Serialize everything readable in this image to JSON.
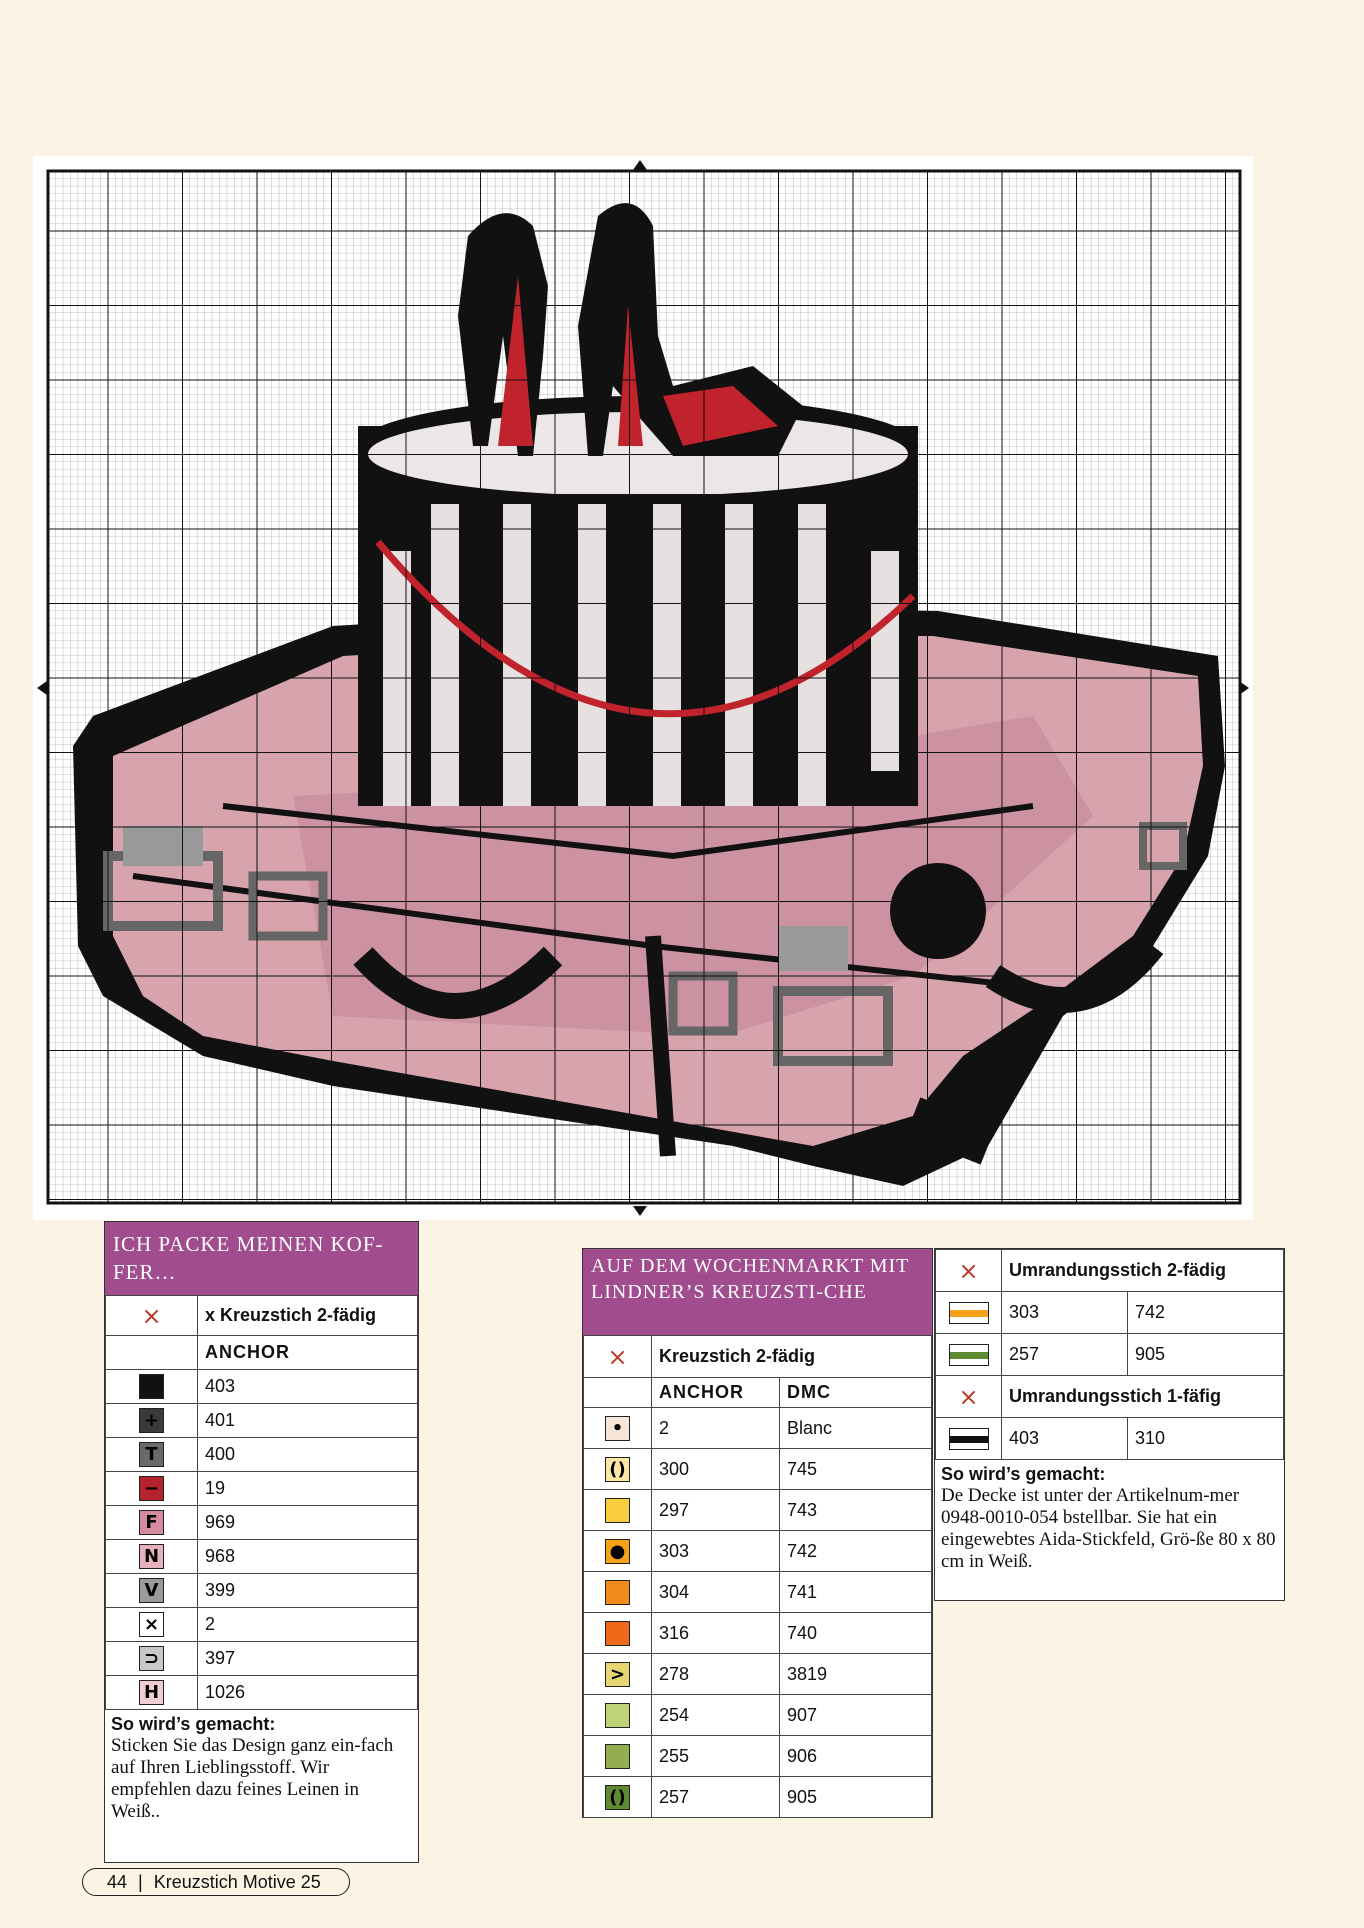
{
  "legend1": {
    "heading": "ICH PACKE MEINEN KOF-FER…",
    "stitch_label": "x Kreuzstich 2-fädig",
    "col_anchor": "ANCHOR",
    "rows": [
      {
        "anchor": "403",
        "symbol": "",
        "color": "#111111",
        "fg": "#ffffff"
      },
      {
        "anchor": "401",
        "symbol": "+",
        "color": "#3a3a3a",
        "fg": "#000000"
      },
      {
        "anchor": "400",
        "symbol": "T",
        "color": "#6a6a6a",
        "fg": "#000000"
      },
      {
        "anchor": "19",
        "symbol": "−",
        "color": "#b2232e",
        "fg": "#000000"
      },
      {
        "anchor": "969",
        "symbol": "F",
        "color": "#d68aa0",
        "fg": "#000000"
      },
      {
        "anchor": "968",
        "symbol": "N",
        "color": "#e7b2bd",
        "fg": "#000000"
      },
      {
        "anchor": "399",
        "symbol": "V",
        "color": "#9a9a9a",
        "fg": "#000000"
      },
      {
        "anchor": "2",
        "symbol": "×",
        "color": "#ffffff",
        "fg": "#000000"
      },
      {
        "anchor": "397",
        "symbol": "⊃",
        "color": "#c8c8c8",
        "fg": "#000000"
      },
      {
        "anchor": "1026",
        "symbol": "H",
        "color": "#f0cdd2",
        "fg": "#000000"
      }
    ],
    "note_title": "So wird’s gemacht:",
    "note_text": "Sticken Sie das Design ganz ein-fach auf Ihren Lieblingsstoff. Wir empfehlen dazu feines Leinen in Weiß.."
  },
  "legend2": {
    "heading": "AUF DEM WOCHENMARKT MIT LINDNER’S KREUZSTI-CHE",
    "stitch_label": "Kreuzstich 2-fädig",
    "col_anchor": "ANCHOR",
    "col_dmc": "DMC",
    "rows": [
      {
        "anchor": "2",
        "dmc": "Blanc",
        "symbol": "•",
        "color": "#f7e6d8"
      },
      {
        "anchor": "300",
        "dmc": "745",
        "symbol": "()",
        "color": "#fbe7a4"
      },
      {
        "anchor": "297",
        "dmc": "743",
        "symbol": "",
        "color": "#f9cd40"
      },
      {
        "anchor": "303",
        "dmc": "742",
        "symbol": "●",
        "color": "#f5a21a"
      },
      {
        "anchor": "304",
        "dmc": "741",
        "symbol": "",
        "color": "#f28a1c"
      },
      {
        "anchor": "316",
        "dmc": "740",
        "symbol": "",
        "color": "#ee6a1a"
      },
      {
        "anchor": "278",
        "dmc": "3819",
        "symbol": ">",
        "color": "#e6d773"
      },
      {
        "anchor": "254",
        "dmc": "907",
        "symbol": "",
        "color": "#bfd27a"
      },
      {
        "anchor": "255",
        "dmc": "906",
        "symbol": "",
        "color": "#92ae4e"
      },
      {
        "anchor": "257",
        "dmc": "905",
        "symbol": "()",
        "color": "#5f8a32"
      }
    ]
  },
  "legend3": {
    "outline2_label": "Umrandungsstich 2-fädig",
    "outline2_rows": [
      {
        "anchor": "303",
        "dmc": "742",
        "color": "#f5a21a"
      },
      {
        "anchor": "257",
        "dmc": "905",
        "color": "#5f8a32"
      }
    ],
    "outline1_label": "Umrandungsstich 1-fäfig",
    "outline1_rows": [
      {
        "anchor": "403",
        "dmc": "310",
        "color": "#111111"
      }
    ],
    "note_title": "So wird’s gemacht:",
    "note_text": "De Decke ist unter der Artikelnum-mer 0948-0010-054 bstellbar. Sie hat ein eingewebtes Aida-Stickfeld, Grö-ße 80 x 80 cm in Weiß."
  },
  "footer": {
    "page": "44",
    "sep": "|",
    "title": "Kreuzstich Motive 25"
  },
  "icons": {
    "stitch_mark": "×"
  }
}
